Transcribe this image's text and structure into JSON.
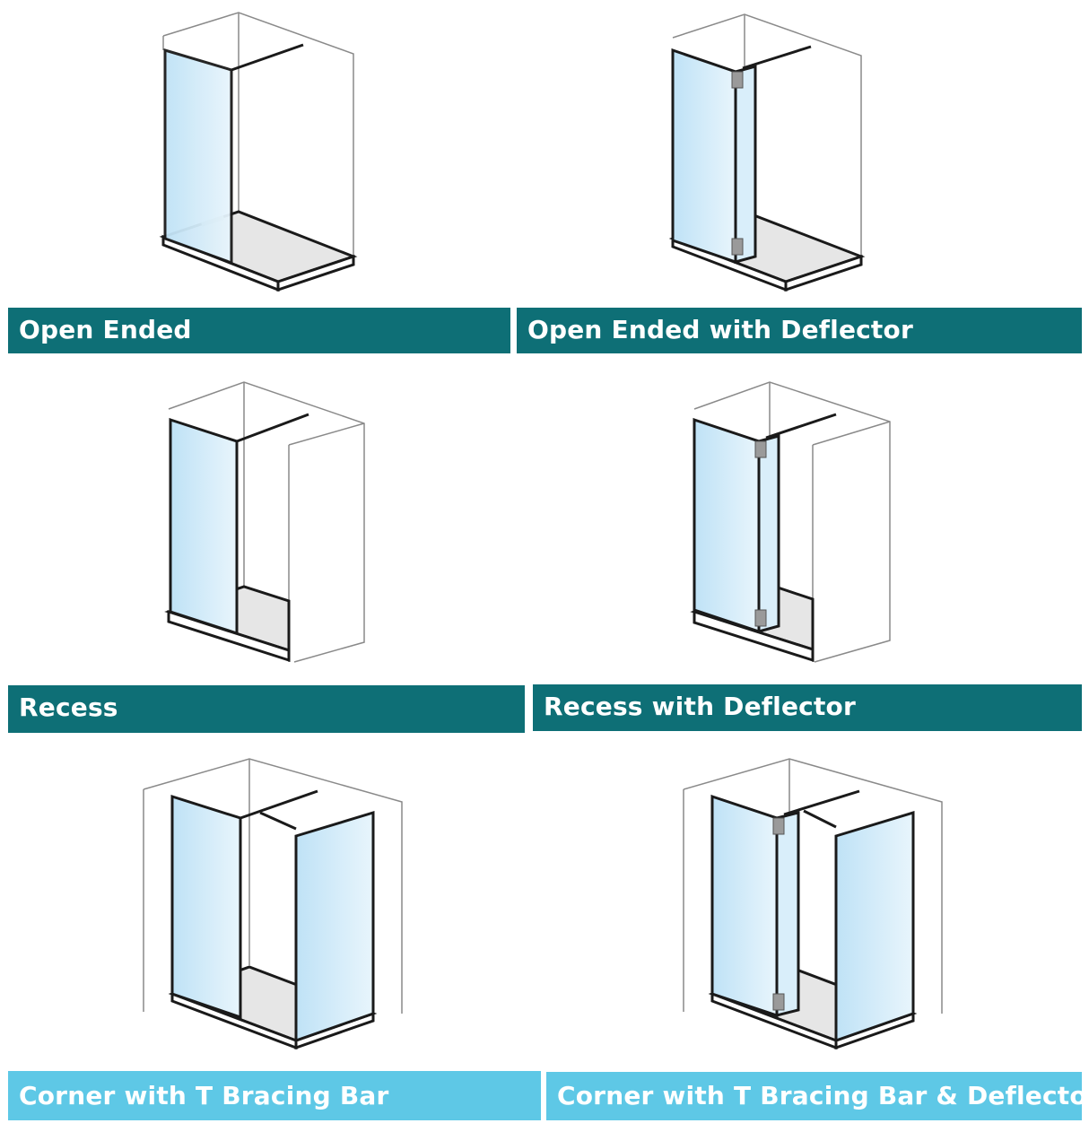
{
  "colors": {
    "label_dark": "#0e6f76",
    "label_light": "#5ec8e6",
    "glass": "#cfe9f8",
    "frame": "#1a1a1a",
    "hinge": "#9a9a9a",
    "tray": "#e6e6e6",
    "wall": "#8a8a8a"
  },
  "options": [
    {
      "label": "Open Ended"
    },
    {
      "label": "Open Ended with Deflector"
    },
    {
      "label": "Recess"
    },
    {
      "label": "Recess with Deflector"
    },
    {
      "label": "Corner with T Bracing Bar"
    },
    {
      "label": "Corner with T Bracing Bar & Deflector"
    }
  ]
}
